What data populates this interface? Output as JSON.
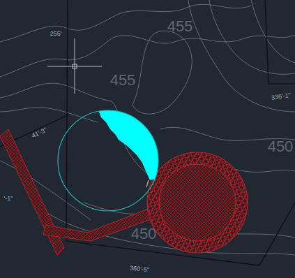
{
  "diagram": {
    "labels": [
      "255'",
      "455",
      "455",
      "450",
      "450",
      "41'-3\"",
      "360'-5\"",
      "'-1\"",
      "336'-1\""
    ]
  }
}
